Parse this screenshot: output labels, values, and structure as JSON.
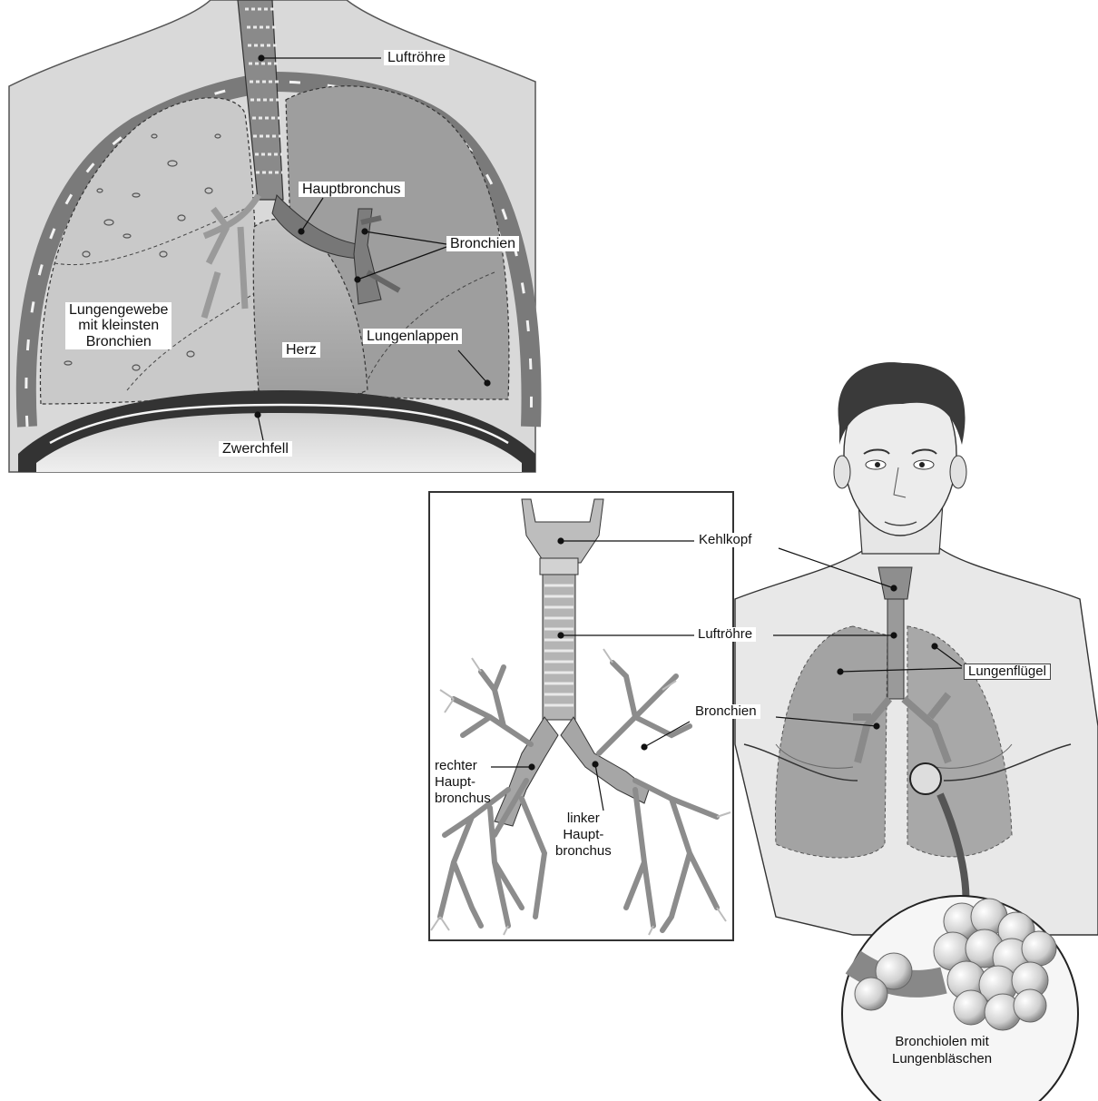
{
  "chest_diagram": {
    "labels": {
      "trachea": "Luftröhre",
      "main_bronchus": "Hauptbronchus",
      "bronchi": "Bronchien",
      "lung_tissue_line1": "Lungengewebe",
      "lung_tissue_line2": "mit kleinsten",
      "lung_tissue_line3": "Bronchien",
      "heart": "Herz",
      "lung_lobes": "Lungenlappen",
      "diaphragm": "Zwerchfell"
    }
  },
  "airway_diagram": {
    "labels": {
      "larynx": "Kehlkopf",
      "trachea": "Luftröhre",
      "lung_wings": "Lungenflügel",
      "bronchi": "Bronchien",
      "right_main_line1": "rechter",
      "right_main_line2": "Haupt-",
      "right_main_line3": "bronchus",
      "left_main_line1": "linker",
      "left_main_line2": "Haupt-",
      "left_main_line3": "bronchus",
      "alveoli_line1": "Bronchiolen mit",
      "alveoli_line2": "Lungenbläschen"
    }
  },
  "colors": {
    "background": "#ffffff",
    "chest_bg": "#d4d4d4",
    "lung_dark": "#9a9a9a",
    "lung_light": "#c6c6c6",
    "outline": "#333333",
    "accent_airway": "#a8a8a8"
  }
}
